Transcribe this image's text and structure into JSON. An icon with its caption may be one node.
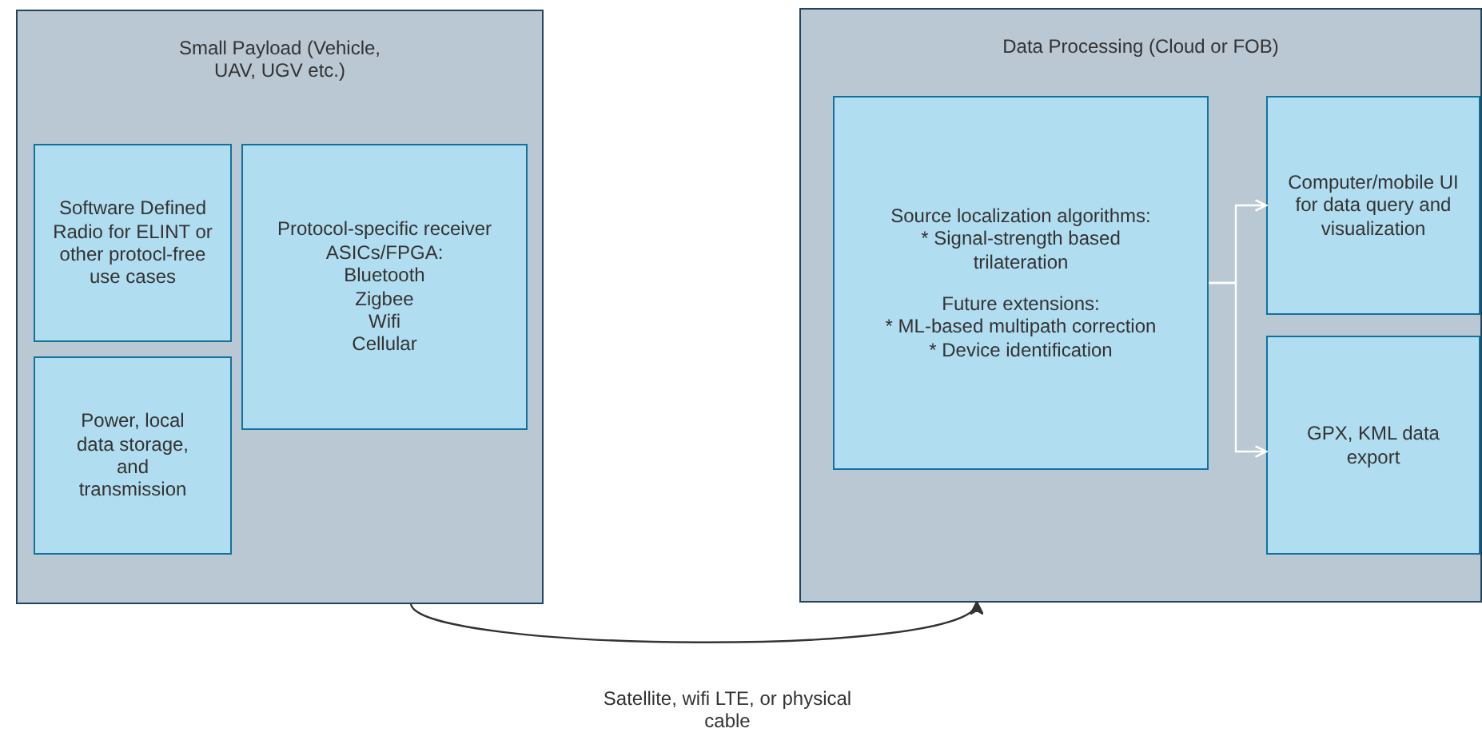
{
  "diagram": {
    "nodes": [
      {
        "text": [
          "Small Payload (Vehicle, UAV, UGV etc.)"
        ]
      },
      {
        "text": [
          "Software Defined Radio for ELINT or other protocl-free use cases"
        ],
        "in": 0
      },
      {
        "text": [
          "Protocol-specific receiver ASICs/FPGA:",
          "Bluetooth",
          "Zigbee",
          "Wifi",
          "Cellular"
        ],
        "in": 0
      },
      {
        "text": [
          "Power, local data storage, and transmission"
        ],
        "in": 0
      },
      {
        "text": [
          "Data Processing (Cloud or FOB)"
        ]
      },
      {
        "text": [
          "Source localization algorithms:",
          "* Signal-strength based trilateration",
          "Future extensions:",
          "* ML-based multipath correction",
          "* Device identification"
        ],
        "in": 4
      },
      {
        "text": [
          "Computer/mobile UI for data query and visualization"
        ],
        "in": 4
      },
      {
        "text": [
          "GPX, KML data export"
        ],
        "in": 4
      }
    ],
    "edges": [
      {
        "from": 0,
        "to": 4,
        "arrow": "to",
        "label": "Satellite, wifi LTE, or physical cable",
        "color": "#333333"
      },
      {
        "from": 5,
        "to": 6,
        "arrow": "to",
        "color": "#ffffff"
      },
      {
        "from": 5,
        "to": 7,
        "arrow": "to",
        "color": "#ffffff"
      }
    ]
  }
}
